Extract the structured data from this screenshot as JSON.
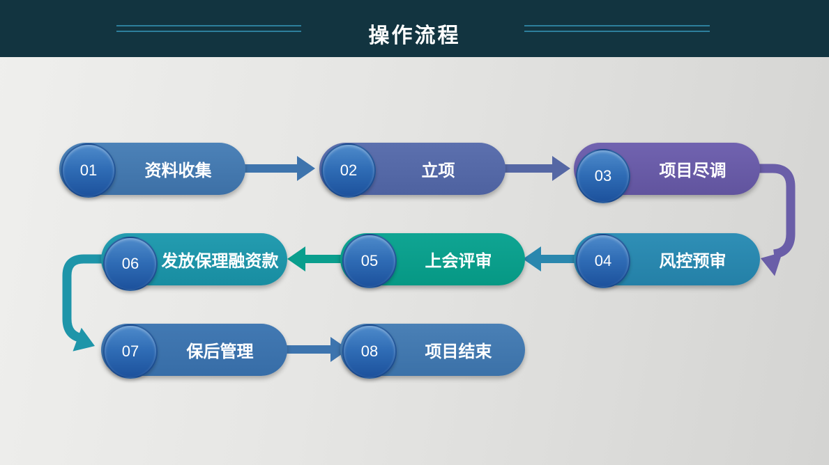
{
  "slide": {
    "title": "操作流程",
    "header_bg": "#123440",
    "header_line_color": "#2d7f9c",
    "background_gradient": [
      "#efefed",
      "#d4d4d2"
    ]
  },
  "steps": [
    {
      "num": "01",
      "label": "资料收集",
      "pill_color": "#4379b1",
      "row": 1
    },
    {
      "num": "02",
      "label": "立项",
      "pill_color": "#5568a5",
      "row": 1
    },
    {
      "num": "03",
      "label": "项目尽调",
      "pill_color": "#6a5ea8",
      "row": 1
    },
    {
      "num": "04",
      "label": "风控预审",
      "pill_color": "#2a87ae",
      "row": 2
    },
    {
      "num": "05",
      "label": "上会评审",
      "pill_color": "#0a9e8d",
      "row": 2
    },
    {
      "num": "06",
      "label": "发放保理融资款",
      "pill_color": "#1e95a9",
      "row": 2
    },
    {
      "num": "07",
      "label": "保后管理",
      "pill_color": "#3c74ae",
      "row": 3
    },
    {
      "num": "08",
      "label": "项目结束",
      "pill_color": "#4076ae",
      "row": 3
    }
  ],
  "circle_color": {
    "top": "#4e8bcb",
    "bottom": "#1c519c"
  },
  "flow": [
    {
      "from": "01",
      "to": "02",
      "arrow_color": "#3e74ad"
    },
    {
      "from": "02",
      "to": "03",
      "arrow_color": "#5567a4"
    },
    {
      "from": "03",
      "to": "04",
      "arrow_color": "#6a5ea8"
    },
    {
      "from": "04",
      "to": "05",
      "arrow_color": "#2a87ae"
    },
    {
      "from": "05",
      "to": "06",
      "arrow_color": "#0a9e8d"
    },
    {
      "from": "06",
      "to": "07",
      "arrow_color": "#1e95a9"
    },
    {
      "from": "07",
      "to": "08",
      "arrow_color": "#3d74ae"
    }
  ]
}
